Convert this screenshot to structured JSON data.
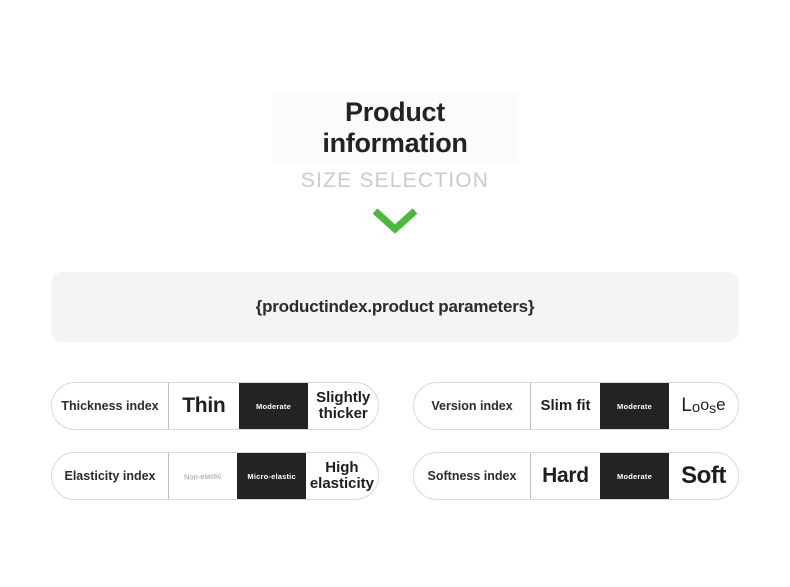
{
  "header": {
    "title": "Product information",
    "title_line1": "Product",
    "title_line2": "information",
    "subtitle": "SIZE SELECTION",
    "chevron_icon": "chevron-down-icon",
    "chevron_color": "#4CB83C"
  },
  "banner": {
    "text": "{productindex.product parameters}",
    "background": "#f4f4f4"
  },
  "colors": {
    "selected_background": "#232323",
    "selected_text": "#ffffff",
    "pill_border": "#d9d9d9",
    "subtitle_gray": "#cbcbcb"
  },
  "indices": [
    {
      "id": "thickness",
      "label": "Thickness index",
      "options": [
        {
          "text": "Thin",
          "selected": false,
          "style": "big"
        },
        {
          "text": "Moderate",
          "selected": true,
          "style": "tiny"
        },
        {
          "text": "Slightly thicker",
          "selected": false,
          "style": "mid"
        }
      ]
    },
    {
      "id": "version",
      "label": "Version index",
      "options": [
        {
          "text": "Slim fit",
          "selected": false,
          "style": "mid"
        },
        {
          "text": "Moderate",
          "selected": true,
          "style": "tiny"
        },
        {
          "text": "Loose",
          "selected": false,
          "style": "wavy"
        }
      ]
    },
    {
      "id": "elasticity",
      "label": "Elasticity index",
      "options": [
        {
          "text": "Non-elastic",
          "selected": false,
          "style": "faint"
        },
        {
          "text": "Micro-elastic",
          "selected": true,
          "style": "tiny"
        },
        {
          "text": "High elasticity",
          "selected": false,
          "style": "mid"
        }
      ]
    },
    {
      "id": "softness",
      "label": "Softness index",
      "options": [
        {
          "text": "Hard",
          "selected": false,
          "style": "big"
        },
        {
          "text": "Moderate",
          "selected": true,
          "style": "tiny"
        },
        {
          "text": "Soft",
          "selected": false,
          "style": "xbig"
        }
      ]
    }
  ]
}
